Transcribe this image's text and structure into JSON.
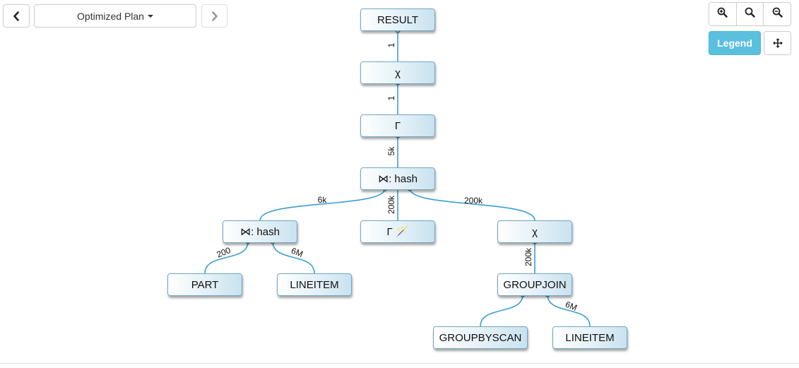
{
  "toolbar": {
    "plan_label": "Optimized Plan",
    "legend_label": "Legend",
    "icons": {
      "prev": "chevron-left-icon",
      "next": "chevron-right-icon",
      "zoom_in": "zoom-in-icon",
      "zoom_reset": "zoom-reset-icon",
      "zoom_out": "zoom-out-icon",
      "move": "move-arrows-icon"
    },
    "accent_color": "#5bc0de"
  },
  "plan": {
    "nodes": {
      "result": "RESULT",
      "map1": "χ",
      "groupby1": "Γ",
      "hashjoin1": "⋈: hash",
      "hashjoin2": "⋈: hash",
      "groupby2": "Γ 🪄",
      "map2": "χ",
      "part": "PART",
      "lineitem1": "LINEITEM",
      "groupjoin": "GROUPJOIN",
      "groupbyscan": "GROUPBYSCAN",
      "lineitem2": "LINEITEM"
    },
    "edge_labels": {
      "result_map1": "1",
      "map1_groupby1": "1",
      "groupby1_hashjoin1": "5k",
      "hashjoin1_hashjoin2": "6k",
      "hashjoin1_groupby2": "200k",
      "hashjoin1_map2": "200k",
      "hashjoin2_part": "200",
      "hashjoin2_lineitem1": "6M",
      "map2_groupjoin": "200k",
      "groupjoin_lineitem2": "6M"
    },
    "edge_color": "#3a9fd0"
  }
}
